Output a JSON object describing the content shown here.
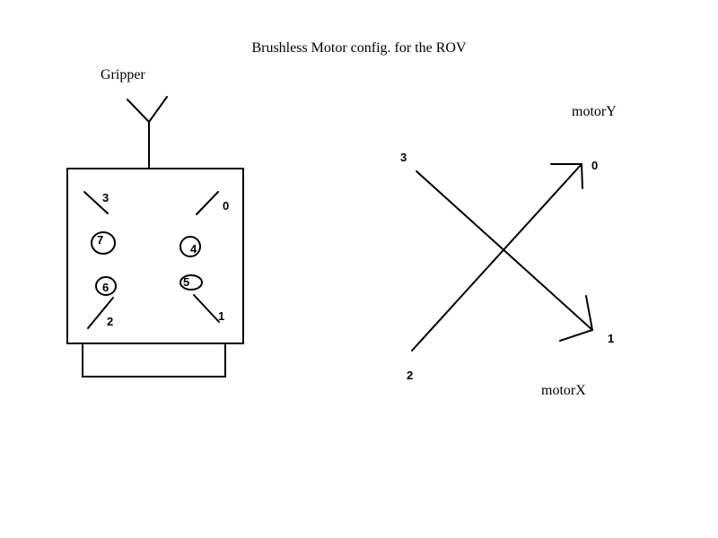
{
  "title": "Brushless Motor config. for the ROV",
  "left_diagram": {
    "gripper_label": "Gripper",
    "motors": [
      {
        "id": "0",
        "label": "0"
      },
      {
        "id": "1",
        "label": "1"
      },
      {
        "id": "2",
        "label": "2"
      },
      {
        "id": "3",
        "label": "3"
      },
      {
        "id": "4",
        "label": "4"
      },
      {
        "id": "5",
        "label": "5"
      },
      {
        "id": "6",
        "label": "6"
      },
      {
        "id": "7",
        "label": "7"
      }
    ]
  },
  "right_diagram": {
    "axis_y_label": "motorY",
    "axis_x_label": "motorX",
    "endpoints": [
      {
        "id": "0",
        "label": "0"
      },
      {
        "id": "1",
        "label": "1"
      },
      {
        "id": "2",
        "label": "2"
      },
      {
        "id": "3",
        "label": "3"
      }
    ]
  }
}
